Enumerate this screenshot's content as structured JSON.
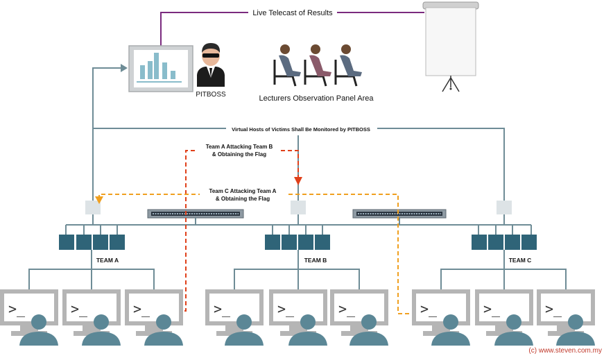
{
  "labels": {
    "telecast": "Live Telecast of Results",
    "pitboss": "PITBOSS",
    "lecturers": "Lecturers Observation Panel Area",
    "monitored": "Virtual Hosts of Victims Shall Be Monitored by PITBOSS",
    "attack_a_line1": "Team A Attacking Team B",
    "attack_a_line2": "& Obtaining the Flag",
    "attack_c_line1": "Team C Attacking Team A",
    "attack_c_line2": "& Obtaining the Flag",
    "team_a": "TEAM A",
    "team_b": "TEAM B",
    "team_c": "TEAM C",
    "terminal_prompt": ">_",
    "copyright": "(c) www.steven.com.my"
  },
  "colors": {
    "line_slate": "#6e8c96",
    "telecast_purple": "#7a2a7e",
    "attack_red": "#e0401a",
    "attack_orange": "#f0a020",
    "team_blocks": "#2f6478",
    "terminal_frame": "#b5b5b5",
    "user_figure": "#5b8796",
    "vhost_box": "#dde3e6"
  }
}
